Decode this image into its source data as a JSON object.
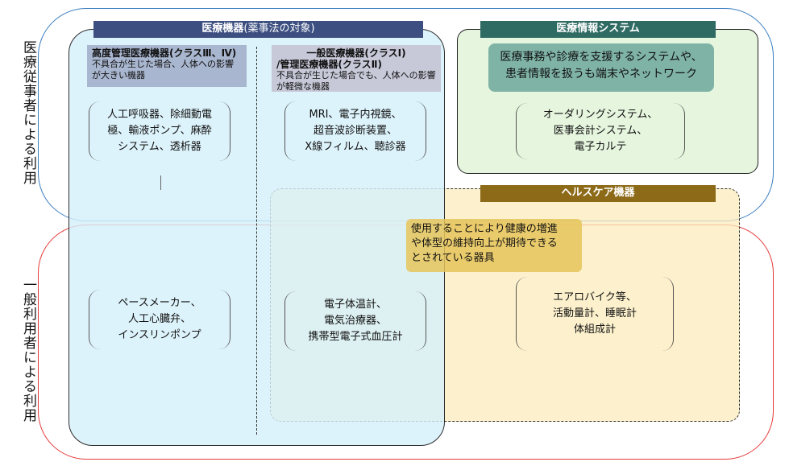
{
  "labels": {
    "professional_use": "医療従事者による利用",
    "general_use": "一般利用者による利用"
  },
  "medical_devices": {
    "header_bold": "医療機器",
    "header_rest": "(薬事法の対象)",
    "class_high": {
      "title": "高度管理医療機器(クラスⅢ、Ⅳ)",
      "desc": "不具合が生じた場合、人体への影響が大きい機器"
    },
    "class_general": {
      "title_line1": "一般医療機器(クラスⅠ)",
      "title_line2": "/管理医療機器(クラスⅡ)",
      "desc": "不具合が生じた場合でも、人体への影響が軽微な機器"
    },
    "high_pro_examples": [
      "人工呼吸器、除細動電",
      "極、輸液ポンプ、麻酔",
      "システム、透析器"
    ],
    "general_pro_examples": [
      "MRI、電子内視鏡、",
      "超音波診断装置、",
      "X線フィルム、聴診器"
    ],
    "high_consumer_examples": [
      "ペースメーカー、",
      "人工心臓弁、",
      "インスリンポンプ"
    ],
    "general_consumer_examples": [
      "電子体温計、",
      "電気治療器、",
      "携帯型電子式血圧計"
    ]
  },
  "info_system": {
    "header": "医療情報システム",
    "desc": [
      "医療事務や診療を支援するシステムや、",
      "患者情報を扱うも端末やネットワーク"
    ],
    "examples": [
      "オーダリングシステム、",
      "医事会計システム、",
      "電子カルテ"
    ]
  },
  "healthcare": {
    "header": "ヘルスケア機器",
    "desc": [
      "使用することにより健康の増進",
      "や体型の維持向上が期待できる",
      "とされている器具"
    ],
    "examples": [
      "エアロバイク等、",
      "活動量計、睡眠計",
      "体組成計"
    ]
  },
  "colors": {
    "blue_border": "#3b7ec0",
    "red_border": "#e53a3a",
    "medical_header": "#3c4f80",
    "info_header": "#2f6b63",
    "health_header": "#8c6a18"
  }
}
